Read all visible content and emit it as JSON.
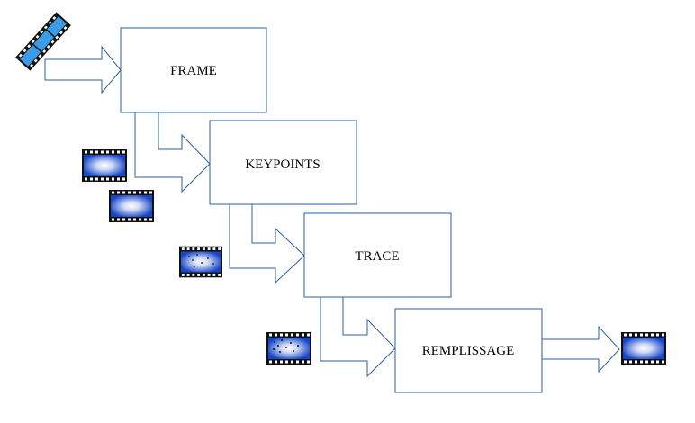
{
  "colors": {
    "box_stroke": "#2f5f9e",
    "arrow_stroke": "#2f5f9e",
    "film_frame": "#111111",
    "film_blue": "#1646c8",
    "film_glow": "#ffffff",
    "reel_blue": "#3b9de8"
  },
  "steps": [
    {
      "label": "FRAME"
    },
    {
      "label": "KEYPOINTS"
    },
    {
      "label": "TRACE"
    },
    {
      "label": "REMPLISSAGE"
    }
  ],
  "icons": {
    "input": "film-reel-icon",
    "frame_output": "video-frame-icon",
    "keypoints_output": "video-frame-keypoints-icon",
    "trace_output": "video-frame-trace-icon",
    "final_output": "video-frame-icon"
  }
}
